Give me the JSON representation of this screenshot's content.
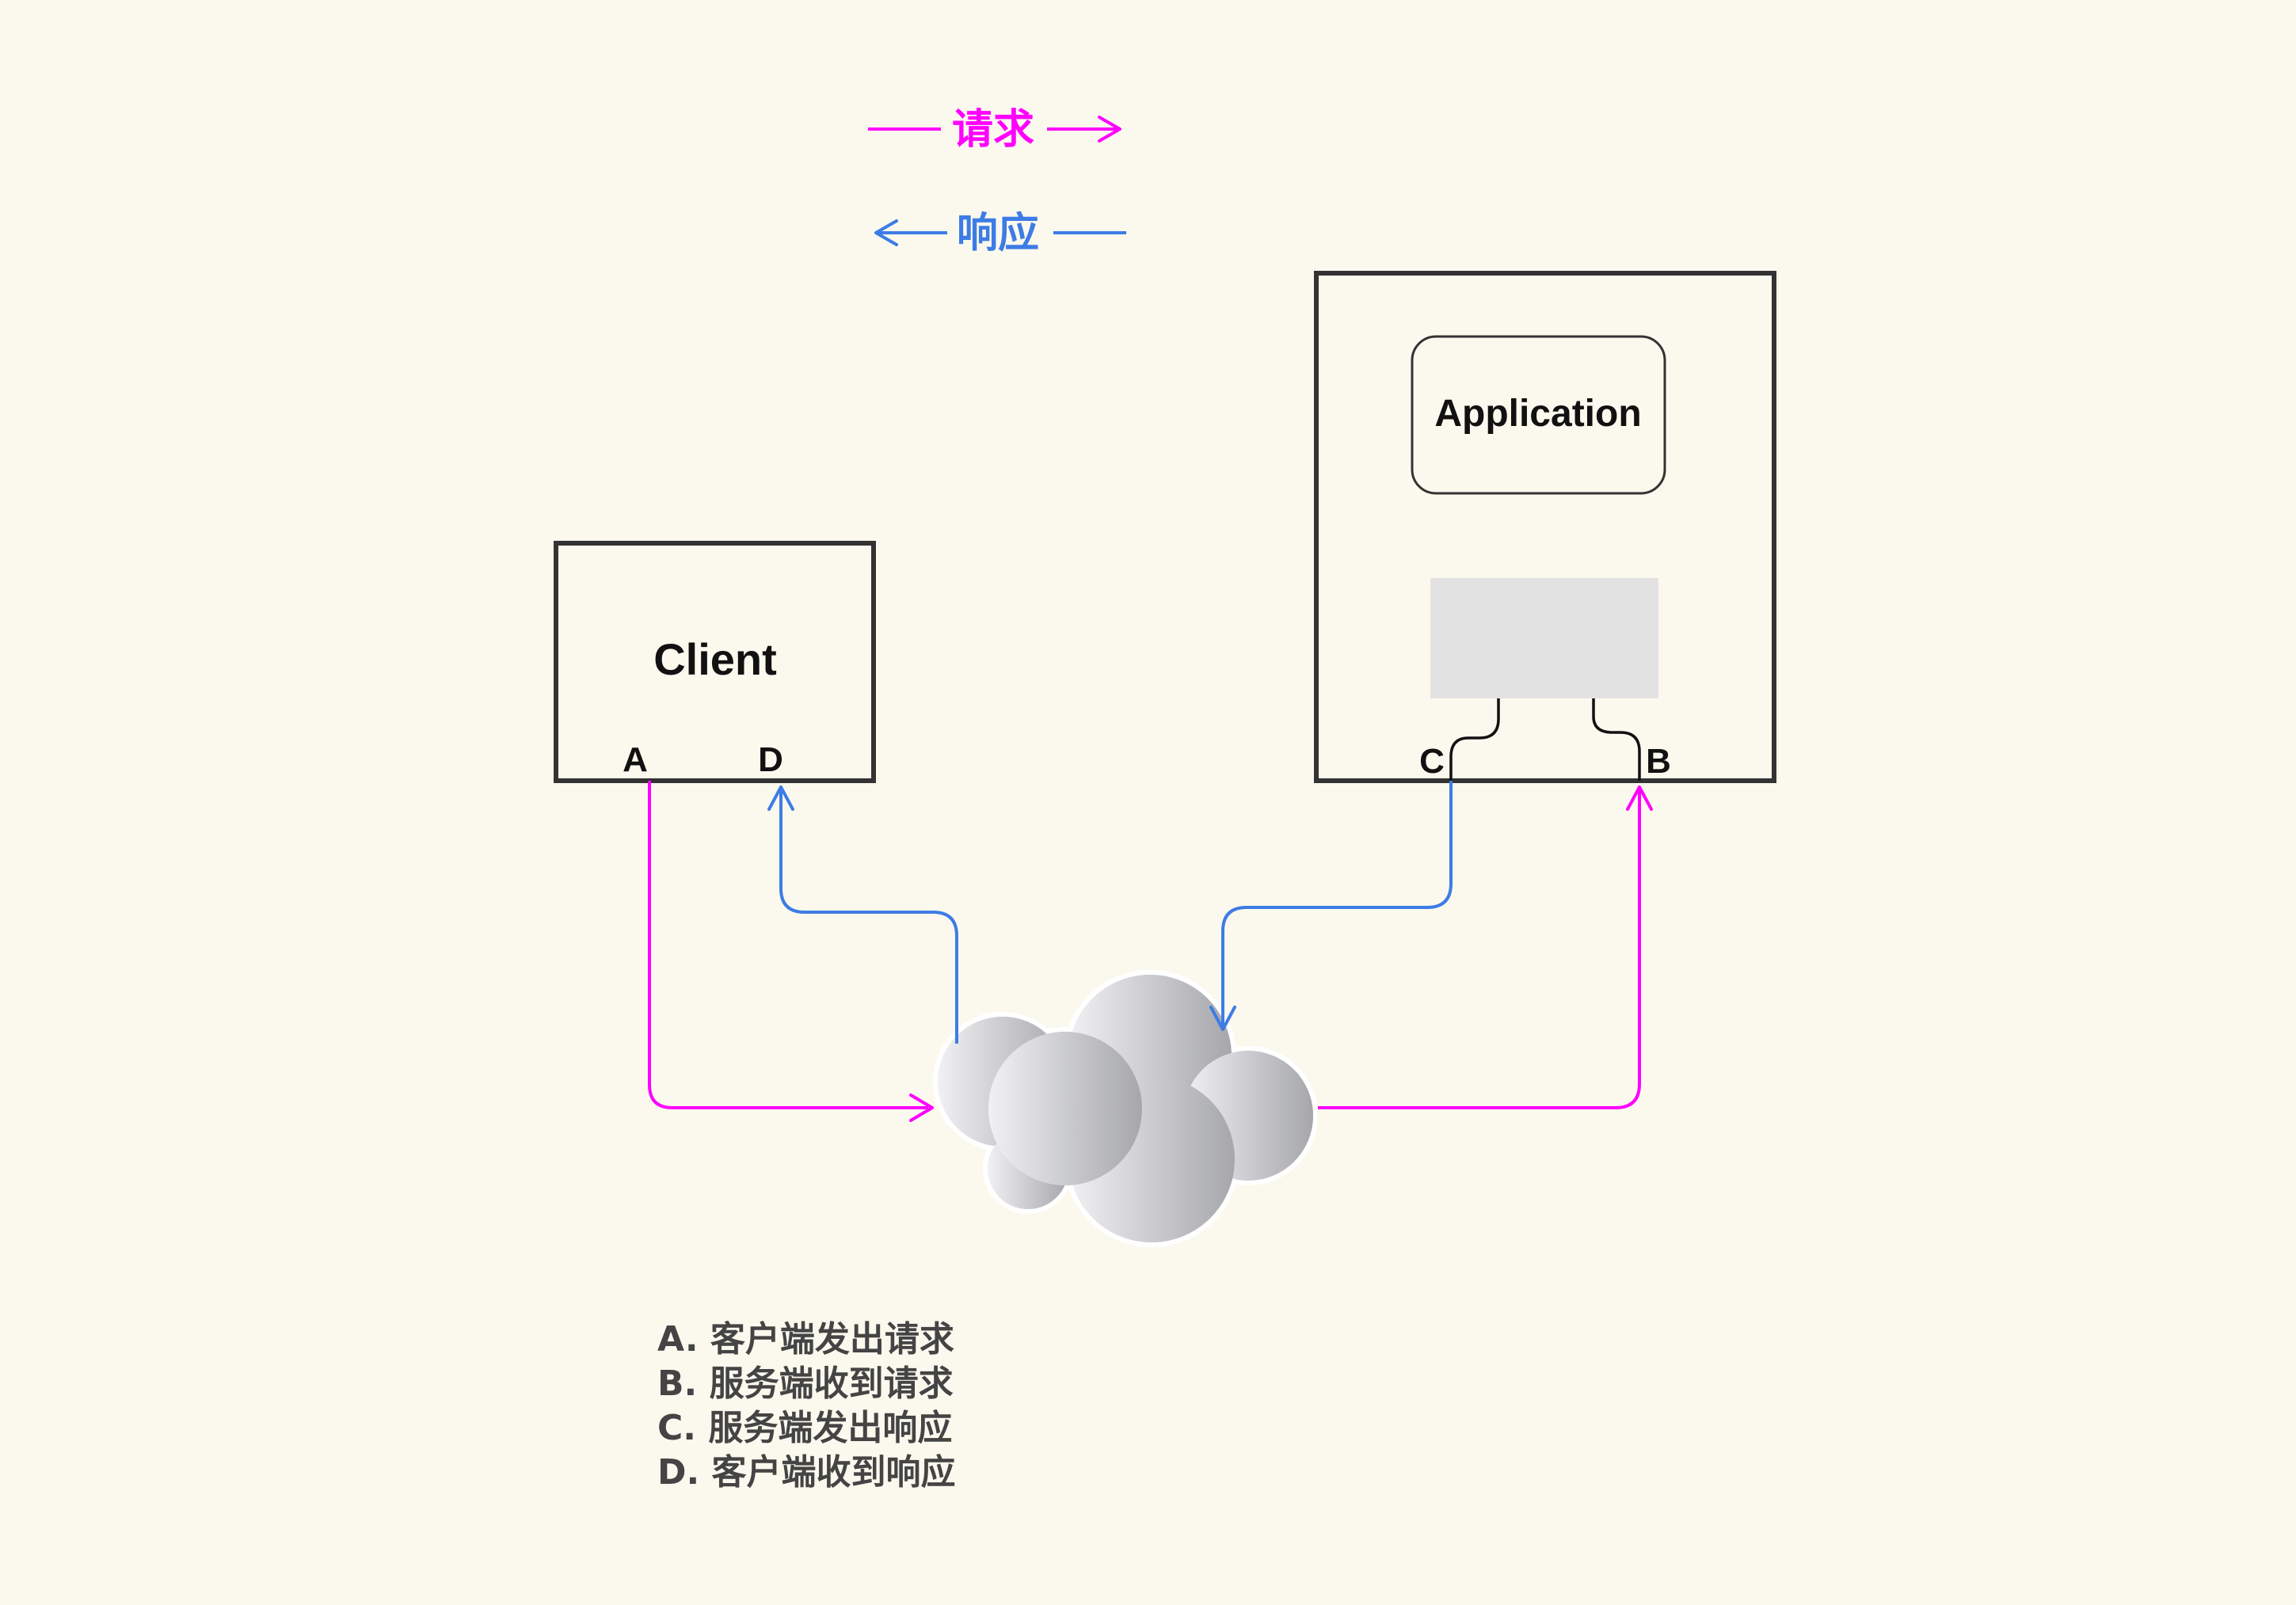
{
  "legend": {
    "request": {
      "label": "请求",
      "color": "#ff00ff"
    },
    "response": {
      "label": "响应",
      "color": "#3d7ce6"
    }
  },
  "client": {
    "label": "Client"
  },
  "server": {
    "app_label": "Application"
  },
  "ports": {
    "a": "A",
    "b": "B",
    "c": "C",
    "d": "D"
  },
  "notes": [
    "A. 客户端发出请求",
    "B. 服务端收到请求",
    "C. 服务端发出响应",
    "D. 客户端收到响应"
  ],
  "colors": {
    "background": "#fbf9ee",
    "box_stroke": "#333333",
    "socket_fill": "#e2e2e2"
  }
}
